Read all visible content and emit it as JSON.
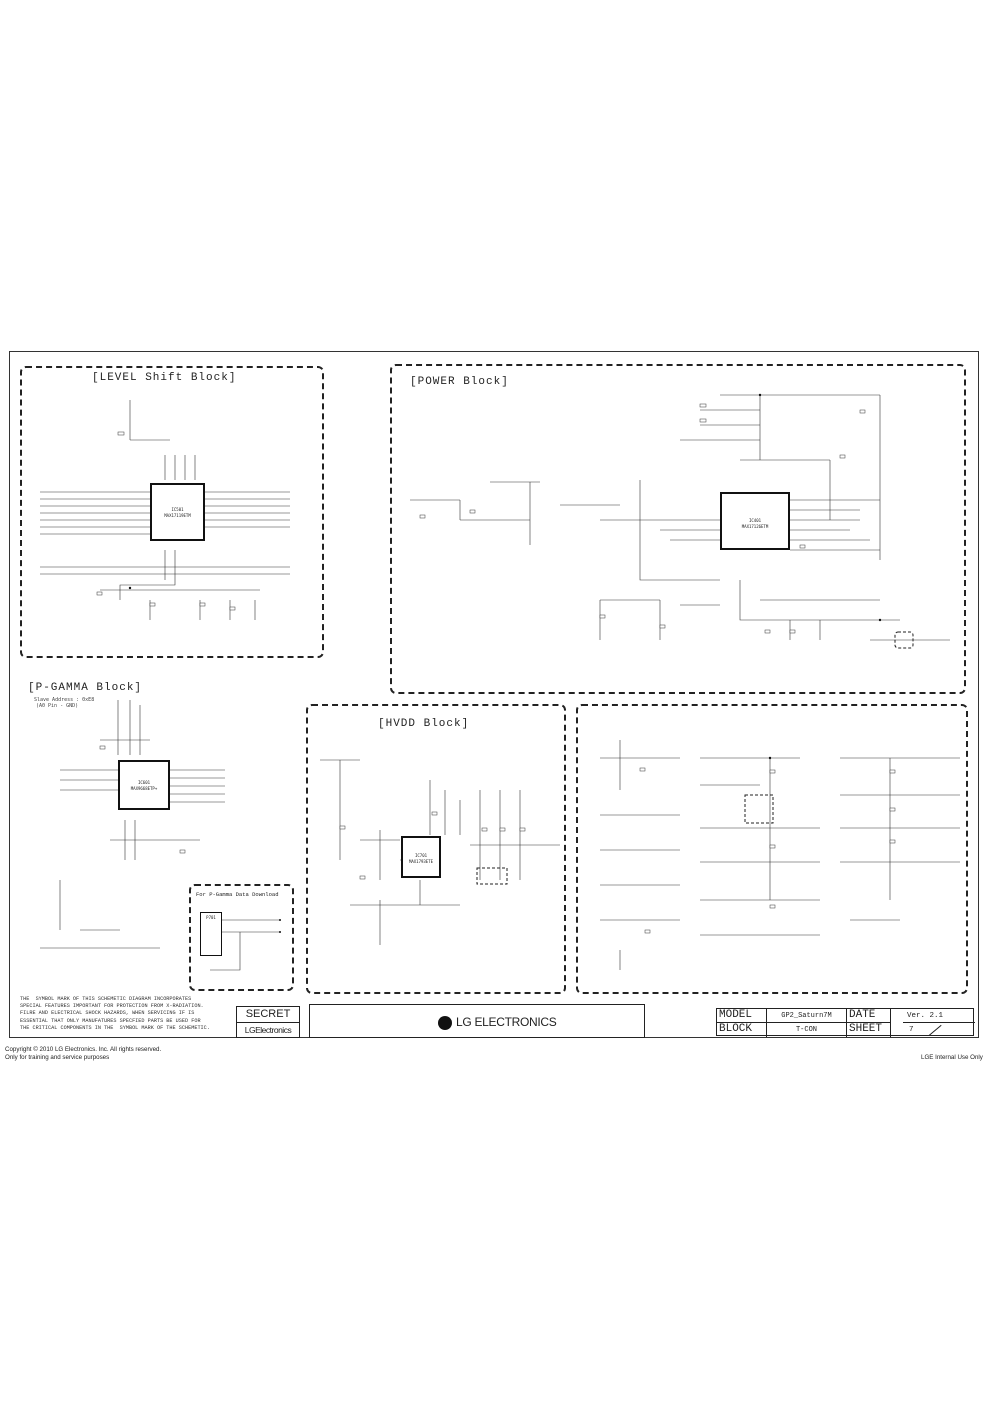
{
  "blocks": {
    "level_shift": "[LEVEL Shift Block]",
    "power": "[POWER Block]",
    "p_gamma": "[P-GAMMA Block]",
    "p_gamma_note_1": "Slave Address : 0xE8",
    "p_gamma_note_2": "(A0 Pin - GND)",
    "hvdd": "[HVDD Block]",
    "pgamma_download": "For P-Gamma Data Download"
  },
  "chips": {
    "level_shift_ic": "MAX17119ETM",
    "level_shift_ref": "IC501",
    "power_ic": "MAX17126ETM",
    "power_ref": "IC401",
    "gamma_ic": "MAX9668ETP+",
    "gamma_ref": "IC601",
    "hvdd_ic": "MAX1793ETE",
    "hvdd_ref": "IC701",
    "connector_ref": "P701"
  },
  "safety_note": "THE  SYMBOL MARK OF THIS SCHEMETIC DIAGRAM INCORPORATES\nSPECIAL FEATURES IMPORTANT FOR PROTECTION FROM X-RADIATION.\nFILRE AND ELECTRICAL SHOCK HAZARDS, WHEN SERVICING IF IS\nESSENTIAL THAT ONLY MANUFATURES SPECFIED PARTS BE USED FOR\nTHE CRITICAL COMPONENTS IN THE  SYMBOL MARK OF THE SCHEMETIC.",
  "title_block": {
    "secret": "SECRET",
    "lg_small": "LGElectronics",
    "lg_big": "LG ELECTRONICS",
    "model_label": "MODEL",
    "model_value": "GP2_Saturn7M",
    "block_label": "BLOCK",
    "block_value": "T-CON",
    "date_label": "DATE",
    "sheet_label": "SHEET",
    "version": "Ver. 2.1",
    "sheet_value": "7"
  },
  "footer": {
    "copyright": "Copyright © 2010 LG Electronics. Inc. All rights reserved.",
    "training": "Only for training and service purposes",
    "internal": "LGE Internal Use Only"
  },
  "colors": {
    "ink": "#222222",
    "paper": "#ffffff"
  }
}
